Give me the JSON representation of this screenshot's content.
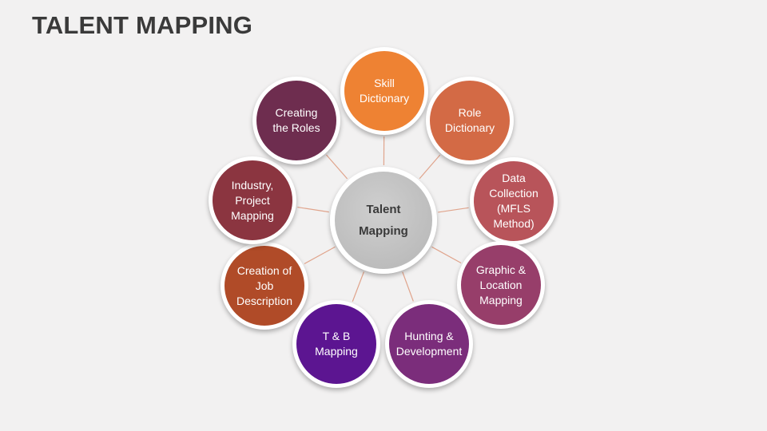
{
  "title": "TALENT MAPPING",
  "center": {
    "label": "Talent\nMapping",
    "color": "#bdbdbd"
  },
  "nodes": [
    {
      "id": "skill-dictionary",
      "label": "Skill\nDictionary",
      "color": "#ee8233"
    },
    {
      "id": "role-dictionary",
      "label": "Role\nDictionary",
      "color": "#d36a45"
    },
    {
      "id": "data-collection",
      "label": "Data\nCollection\n(MFLS\nMethod)",
      "color": "#b8545a"
    },
    {
      "id": "graphic-location-mapping",
      "label": "Graphic &\nLocation\nMapping",
      "color": "#973e6a"
    },
    {
      "id": "hunting-development",
      "label": "Hunting &\nDevelopment",
      "color": "#7b2d7b"
    },
    {
      "id": "tb-mapping",
      "label": "T & B\nMapping",
      "color": "#5c1591"
    },
    {
      "id": "creation-of-job-description",
      "label": "Creation of\nJob\nDescription",
      "color": "#b04b28"
    },
    {
      "id": "industry-project-mapping",
      "label": "Industry,\nProject\nMapping",
      "color": "#8b3540"
    },
    {
      "id": "creating-the-roles",
      "label": "Creating\nthe Roles",
      "color": "#6e2d4f"
    }
  ]
}
